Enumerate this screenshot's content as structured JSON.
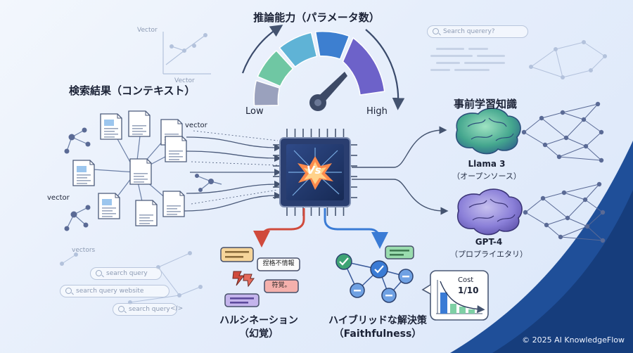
{
  "diagram": {
    "title_reasoning": "推論能力（パラメータ数）",
    "gauge_low": "Low",
    "gauge_high": "High",
    "gauge_colors": [
      "#9aa1bd",
      "#6fc7a3",
      "#5fb3d6",
      "#3d7fd0",
      "#6d62c9"
    ],
    "vs_label": "Vs",
    "title_search": "検索結果（コンテキスト）",
    "title_pretraining": "事前学習知識",
    "llama_name": "Llama 3",
    "llama_type": "（オープンソース）",
    "gpt_name": "GPT-4",
    "gpt_type": "（プロプライエタリ）",
    "halluc_title": "ハルシネーション",
    "halluc_sub": "（幻覚）",
    "halluc_bubble_1": "捏格不情報",
    "halluc_bubble_2": "符覚。",
    "hybrid_title": "ハイブリッドな解決策",
    "hybrid_sub": "（Faithfulness）",
    "cost_label": "Cost",
    "cost_value": "1/10",
    "vector_top": "Vector",
    "vector_top_2": "Vector",
    "vector_left_1": "vector",
    "vector_left_2": "vector",
    "vectors_bottom": "vectors",
    "search_top": "Search querery?",
    "search_1": "search query",
    "search_2": "search query website",
    "search_3": "search query",
    "code_tag": "</>",
    "copyright": "© 2025 AI KnowledgeFlow"
  }
}
